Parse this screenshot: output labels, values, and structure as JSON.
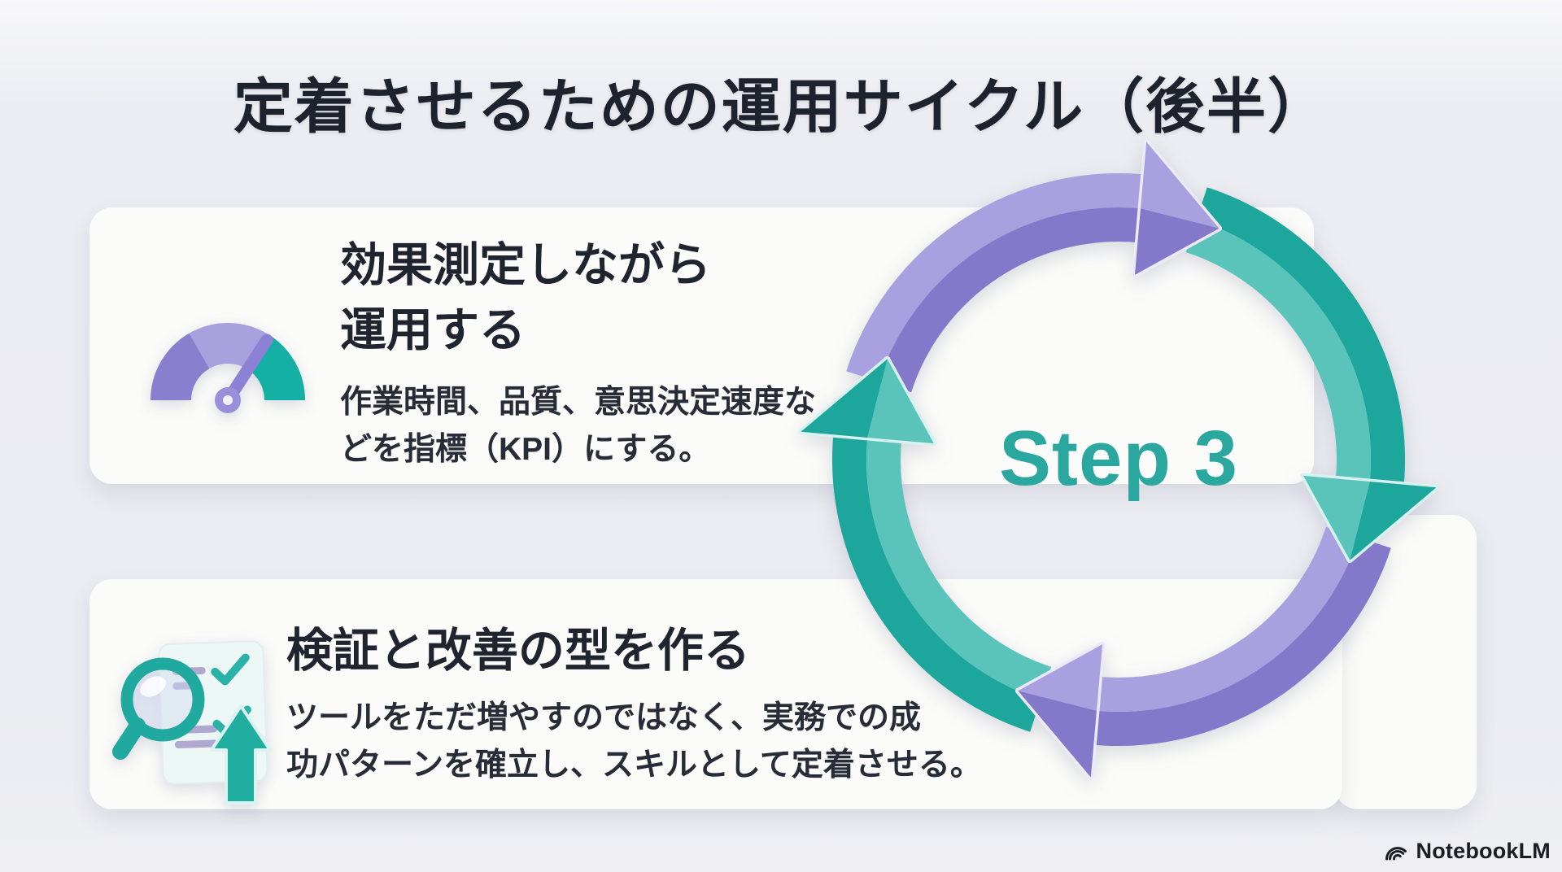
{
  "title": "定着させるための運用サイクル（後半）",
  "cards": [
    {
      "icon": "gauge-icon",
      "title_lines": [
        "効果測定しながら",
        "運用する"
      ],
      "body_lines": [
        "作業時間、品質、意思決定速度な",
        "どを指標（KPI）にする。"
      ]
    },
    {
      "icon": "magnifier-checklist-icon",
      "title_lines": [
        "検証と改善の型を作る"
      ],
      "body_lines": [
        "ツールをただ増やすのではなく、実務での成",
        "功パターンを確立し、スキルとして定着させる。"
      ]
    }
  ],
  "cycle": {
    "center_label": "Step 3"
  },
  "brand": "NotebookLM",
  "palette": {
    "background": "#edeef3",
    "card": "#fbfbf9",
    "title_text": "#1e222d",
    "body_text": "#272c36",
    "step_label": "#2aa89f",
    "purple": "#8d81d3",
    "purple_light": "#a9a0df",
    "purple_dark": "#8478cb",
    "teal": "#1fa99f",
    "teal_light": "#5ac4bb",
    "teal_dark": "#1ca69c",
    "gauge_teal": "#14b0a4"
  }
}
